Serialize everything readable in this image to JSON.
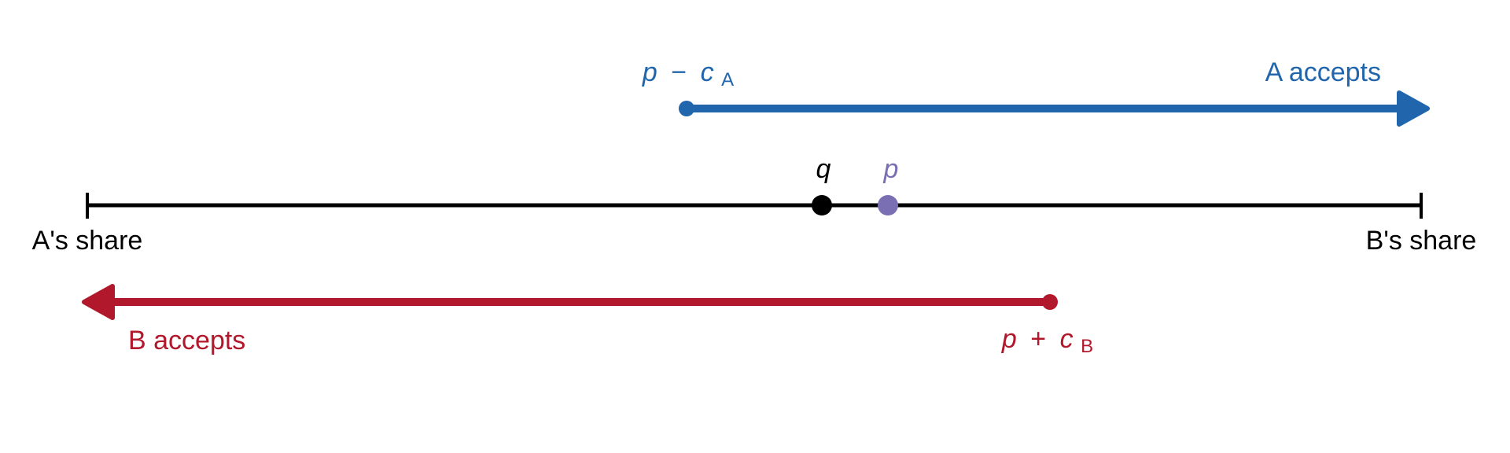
{
  "axis": {
    "left_label": "A's share",
    "right_label": "B's share"
  },
  "points": {
    "q_label": "q",
    "p_label": "p"
  },
  "a_arrow": {
    "start_label_p": "p",
    "start_label_op": "−",
    "start_label_c": "c",
    "start_label_sub": "A",
    "label": "A accepts"
  },
  "b_arrow": {
    "start_label_p": "p",
    "start_label_op": "+",
    "start_label_c": "c",
    "start_label_sub": "B",
    "label": "B accepts"
  },
  "colors": {
    "axis": "#000000",
    "q": "#000000",
    "p": "#7b6fb3",
    "a": "#2166ac",
    "b": "#b2182b"
  }
}
